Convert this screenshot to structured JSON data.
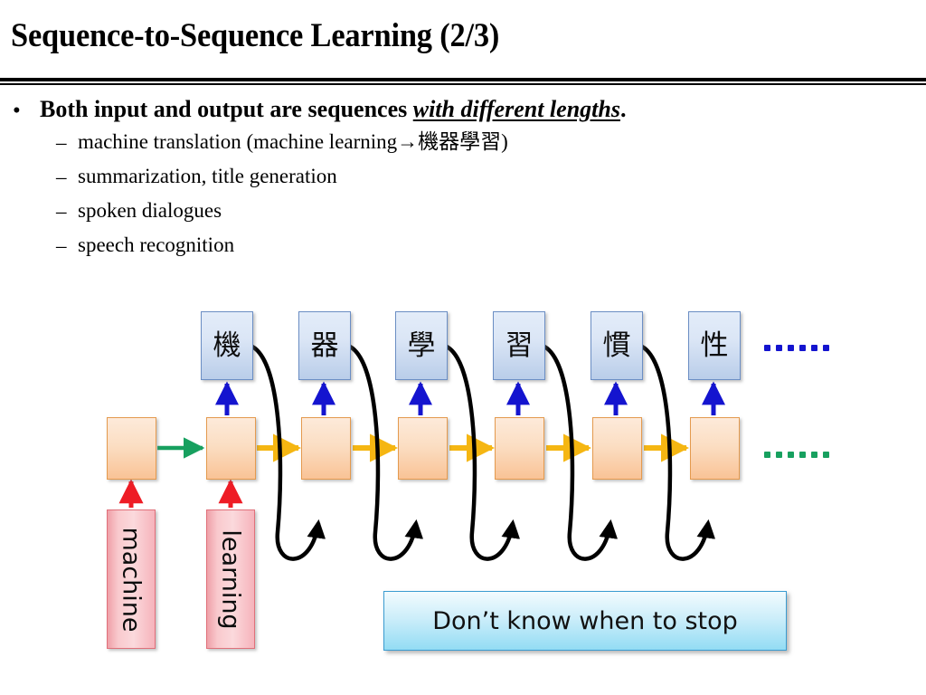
{
  "slide": {
    "title": "Sequence-to-Sequence Learning (2/3)",
    "bullets": [
      {
        "marker": "•",
        "text_plain": "Both input and output are sequences ",
        "text_emph": "with different lengths",
        "text_tail": "."
      }
    ],
    "sub_bullets": [
      {
        "dash": "–",
        "label": "machine translation (machine learning→機器學習)"
      },
      {
        "dash": "–",
        "label": "summarization, title generation"
      },
      {
        "dash": "–",
        "label": "spoken dialogues"
      },
      {
        "dash": "–",
        "label": "speech recognition"
      }
    ]
  },
  "diagram": {
    "output_boxes": [
      {
        "label": "機"
      },
      {
        "label": "器"
      },
      {
        "label": "學"
      },
      {
        "label": "習"
      },
      {
        "label": "慣"
      },
      {
        "label": "性"
      }
    ],
    "rnn_boxes": [
      {
        "label": ""
      },
      {
        "label": ""
      },
      {
        "label": ""
      },
      {
        "label": ""
      },
      {
        "label": ""
      },
      {
        "label": ""
      },
      {
        "label": ""
      }
    ],
    "input_boxes": [
      {
        "label": "machine"
      },
      {
        "label": "learning"
      }
    ],
    "ellipsis_top": "······",
    "ellipsis_bottom": "······",
    "colors": {
      "output_box_fill": "#dbe6f6",
      "output_box_border": "#6b8ec4",
      "rnn_box_fill": "#fbdec3",
      "rnn_box_border": "#e49a4e",
      "input_box_fill": "#f9c9cd",
      "input_box_border": "#e0707a",
      "arrow_green": "#17a05f",
      "arrow_yellow": "#f5b612",
      "arrow_blue": "#1414cf",
      "arrow_red": "#ee1c25",
      "arrow_black": "#000000",
      "callout_fill": "#93dcf4",
      "callout_border": "#3a9bd0"
    }
  },
  "callout": {
    "text": "Don’t know when to stop"
  }
}
